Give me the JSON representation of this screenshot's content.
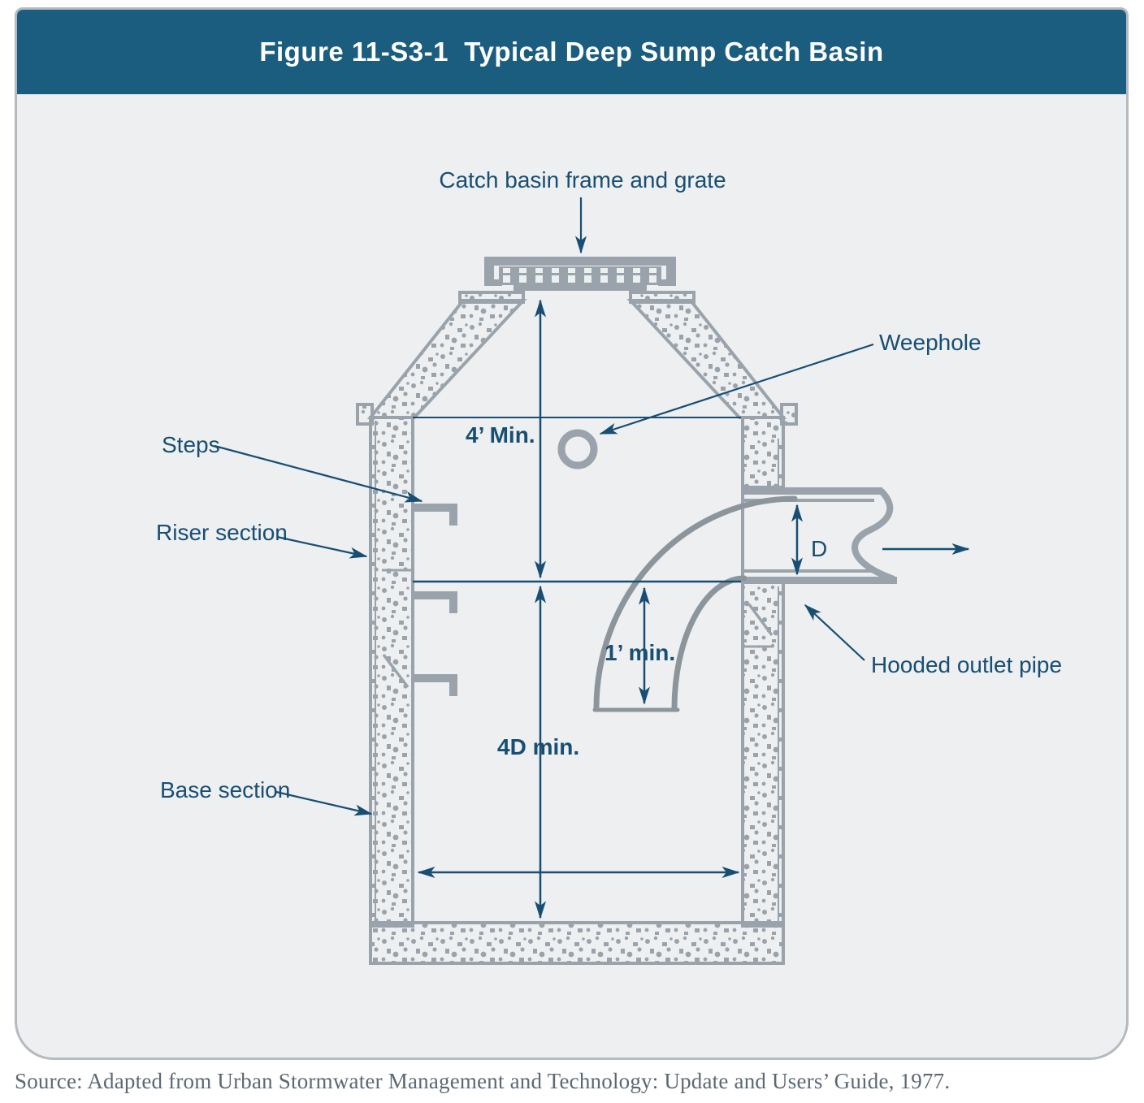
{
  "header": {
    "title": "Figure 11-S3-1  Typical Deep Sump Catch Basin"
  },
  "labels": {
    "frame_grate": "Catch basin frame and grate",
    "weephole": "Weephole",
    "steps": "Steps",
    "riser_section": "Riser section",
    "base_section": "Base section",
    "hooded_outlet": "Hooded outlet pipe"
  },
  "dimensions": {
    "top_depth": "4’ Min.",
    "sump_depth": "4D min.",
    "hood_clearance": "1’ min.",
    "pipe_diameter": "D"
  },
  "source": "Source: Adapted from Urban Stormwater Management and Technology: Update and Users’ Guide, 1977.",
  "colors": {
    "header_bg": "#1a5d7e",
    "label_text": "#184e73",
    "structure_gray": "#9aa3ab",
    "hood_gray": "#8d959c",
    "card_bg": "#edeff0",
    "card_border": "#b4bac0",
    "source_text": "#5c6872"
  }
}
